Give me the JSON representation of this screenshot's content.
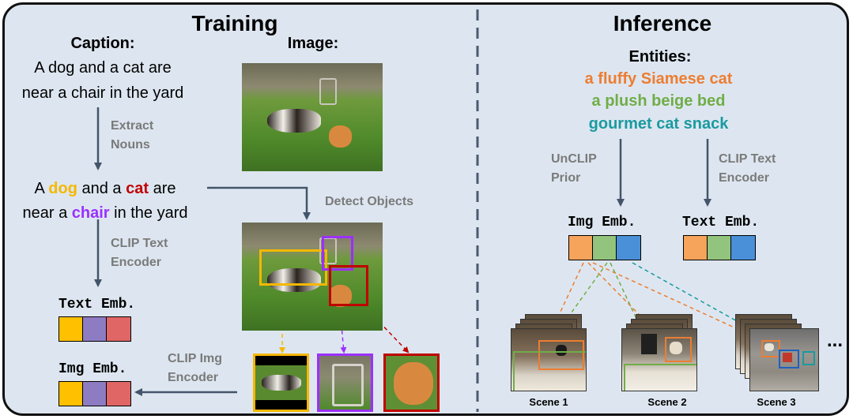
{
  "training": {
    "title": "Training",
    "caption_header": "Caption:",
    "image_header": "Image:",
    "caption_line1": "A dog and a cat are",
    "caption_line2": "near a chair in the yard",
    "extract_line1": "Extract",
    "extract_line2": "Nouns",
    "noun_line1_a": "A ",
    "noun_dog": "dog",
    "noun_line1_b": " and a ",
    "noun_cat": "cat",
    "noun_line1_c": " are",
    "noun_line2_a": "near a ",
    "noun_chair": "chair",
    "noun_line2_b": " in the yard",
    "detect": "Detect Objects",
    "clip_text_line1": "CLIP Text",
    "clip_text_line2": "Encoder",
    "text_emb": "Text Emb.",
    "clip_img_line1": "CLIP Img",
    "clip_img_line2": "Encoder",
    "img_emb": "Img Emb."
  },
  "inference": {
    "title": "Inference",
    "entities_header": "Entities:",
    "entities": [
      "a fluffy Siamese cat",
      "a plush beige bed",
      "gourmet cat snack"
    ],
    "unclip_line1": "UnCLIP",
    "unclip_line2": "Prior",
    "clip_text_line1": "CLIP Text",
    "clip_text_line2": "Encoder",
    "img_emb": "Img Emb.",
    "text_emb": "Text Emb.",
    "scenes": [
      "Scene 1",
      "Scene 2",
      "Scene 3"
    ],
    "ellipsis": "..."
  },
  "colors": {
    "background": "#dde6f0",
    "arrow": "#44546a",
    "dog": "#f5b800",
    "cat": "#c00000",
    "chair": "#9b30ff",
    "emb_yellow": "#ffc000",
    "emb_purple": "#8e7cc3",
    "emb_red": "#e06666",
    "emb_orange": "#f6a35b",
    "emb_green": "#93c47d",
    "emb_blue": "#4a90d9",
    "entity_orange": "#ed7d31",
    "entity_green": "#70ad47",
    "entity_teal": "#1a9aa0"
  }
}
